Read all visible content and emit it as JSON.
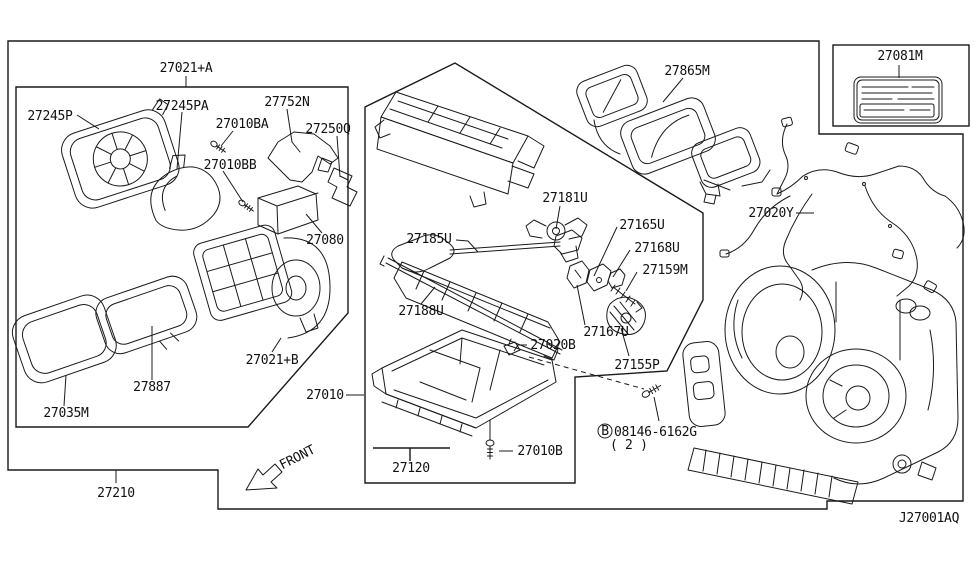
{
  "diagram": {
    "drawing_code": "J27001AQ",
    "front_indicator": "FRONT",
    "bolt": {
      "marker": "B",
      "spec": "08146-6162G",
      "qty": "( 2 )"
    },
    "part_labels": {
      "p27021a": "27021+A",
      "p27245p": "27245P",
      "p27245pa": "27245PA",
      "p27010ba": "27010BA",
      "p27752n": "27752N",
      "p27250q": "27250Q",
      "p27010bb": "27010BB",
      "p27080": "27080",
      "p27865m": "27865M",
      "p27181u": "27181U",
      "p27185u": "27185U",
      "p27188u": "27188U",
      "p27165u": "27165U",
      "p27168u": "27168U",
      "p27159m": "27159M",
      "p27167u": "27167U",
      "p27155p": "27155P",
      "p27020b": "27020B",
      "p27020y": "27020Y",
      "p27081m": "27081M",
      "p27010": "27010",
      "p27120": "27120",
      "p27010b": "27010B",
      "p27035m": "27035M",
      "p27887": "27887",
      "p27021b": "27021+B",
      "p27210": "27210"
    },
    "colors": {
      "line": "#1a1a1a",
      "background": "#ffffff"
    }
  }
}
